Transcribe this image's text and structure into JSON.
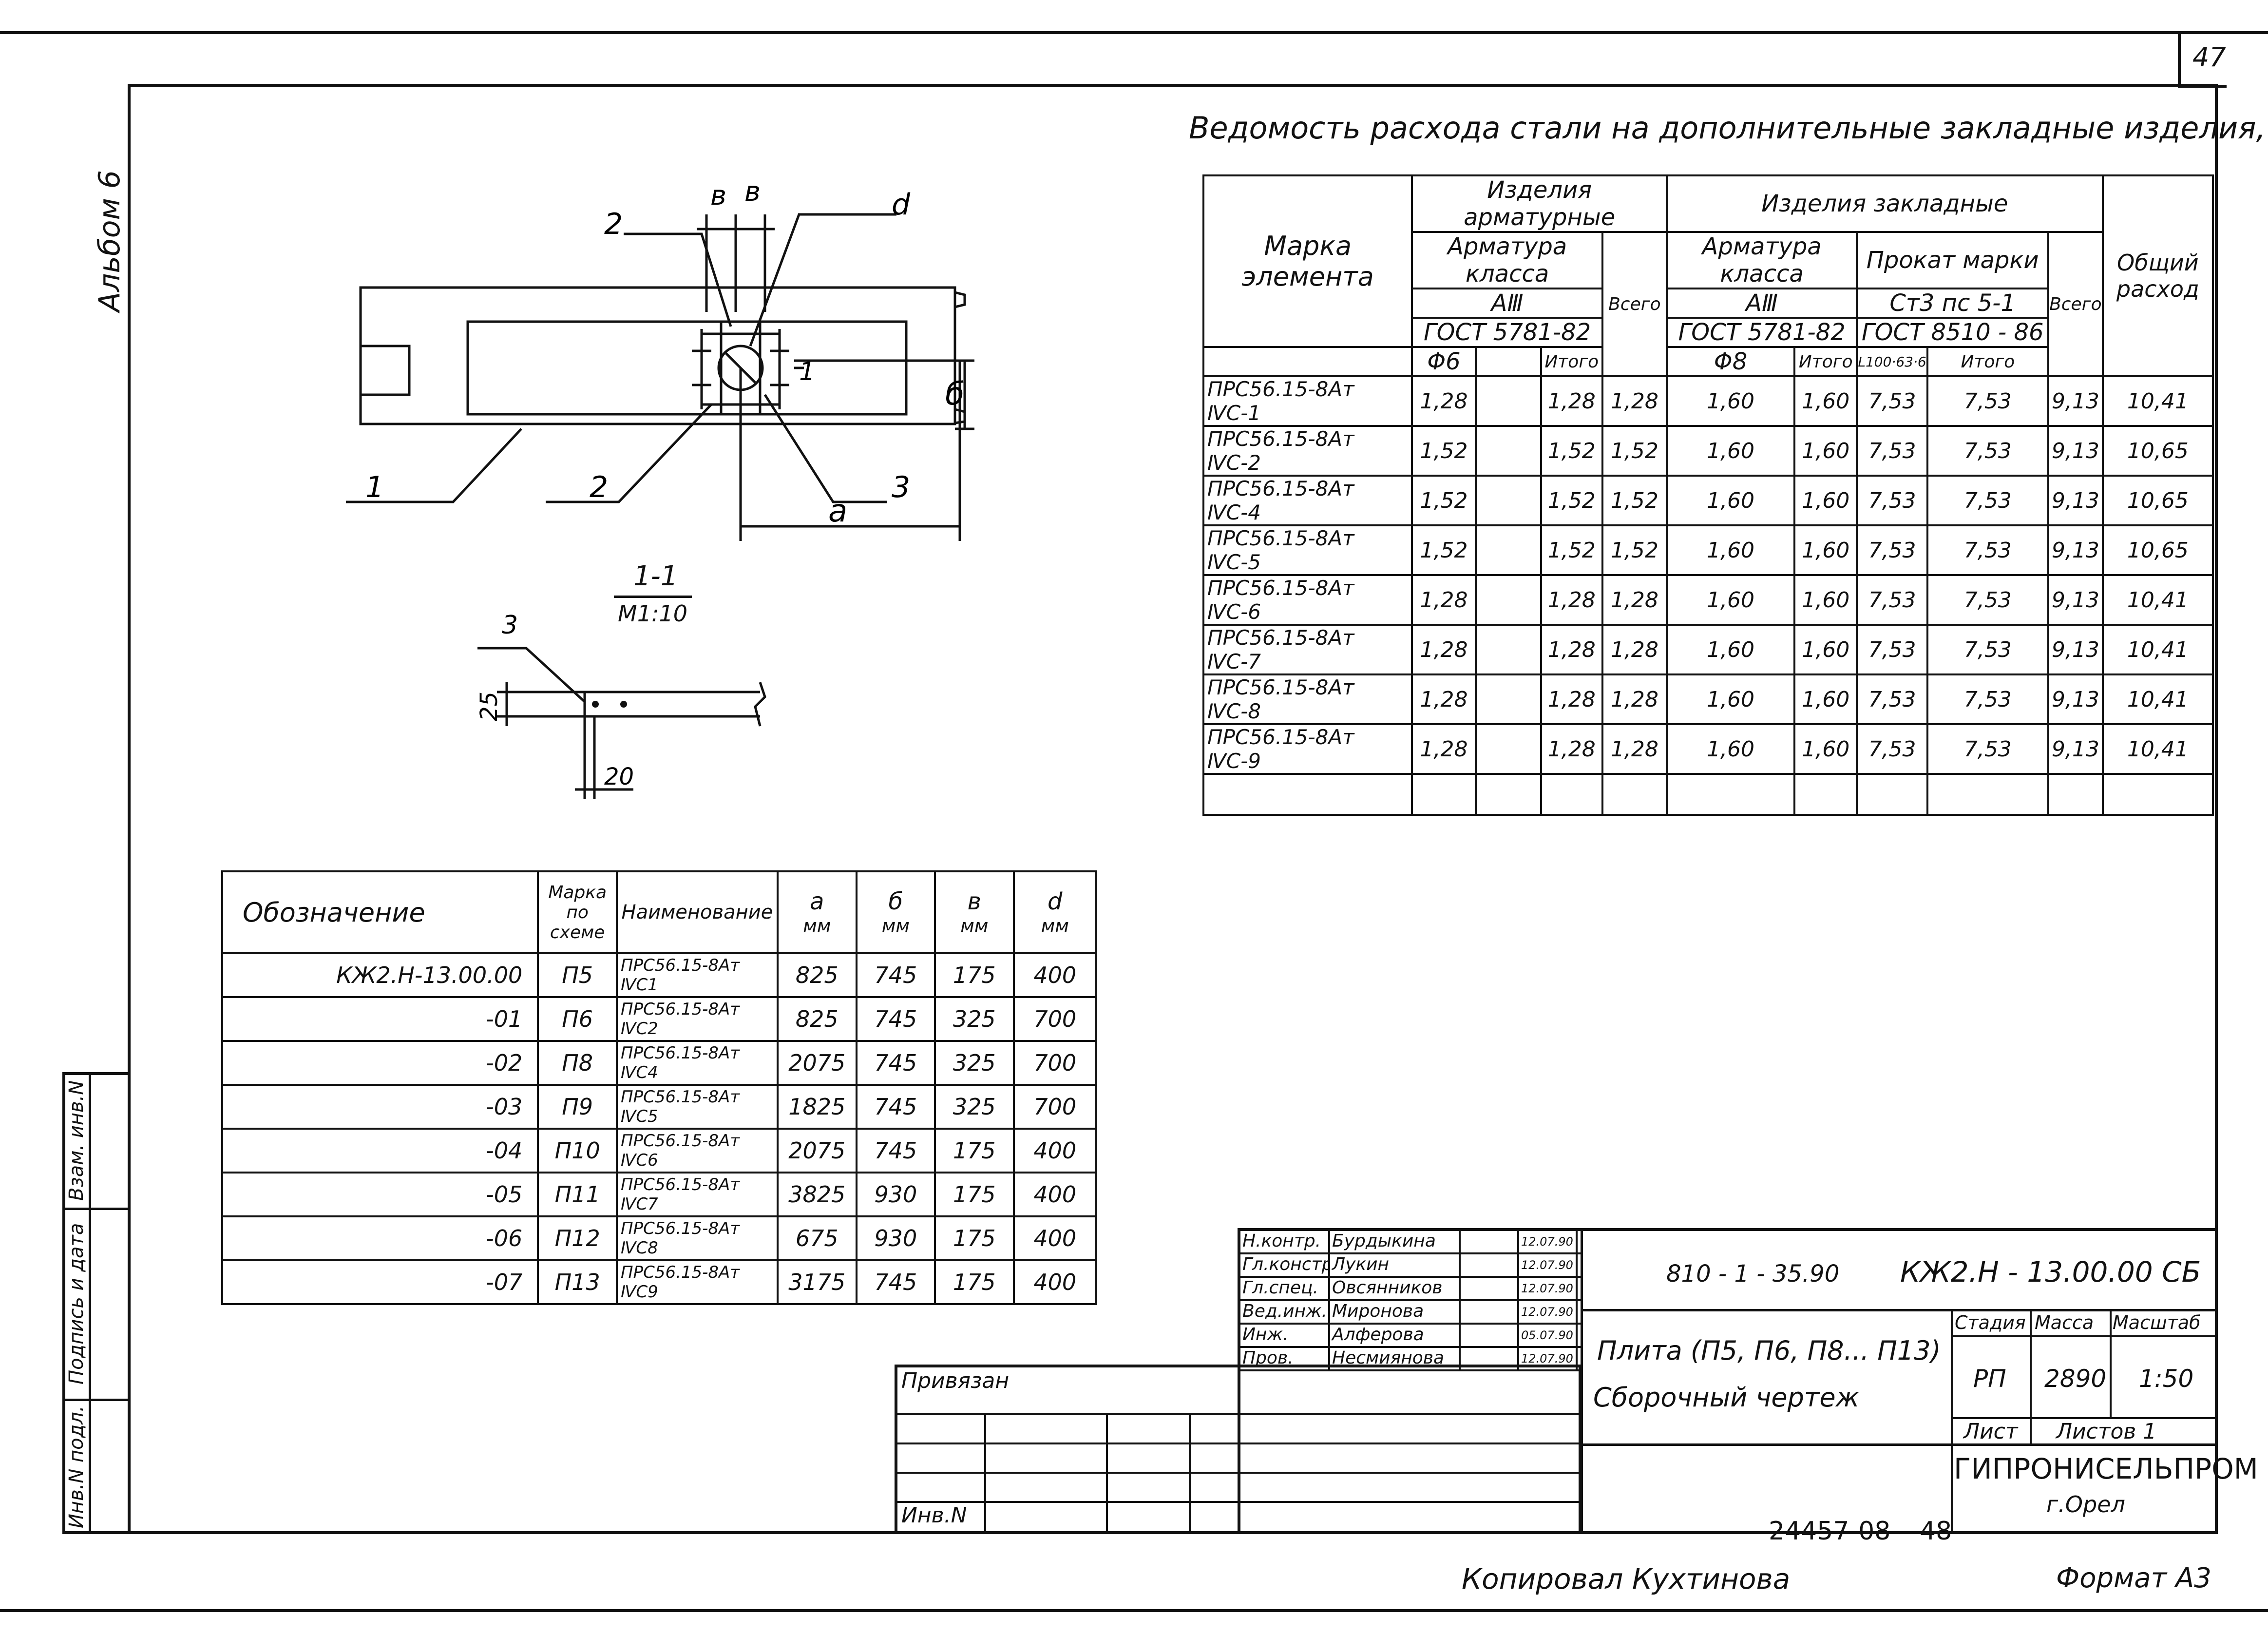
{
  "page_number": "47",
  "album": "Альбом 6",
  "statement": {
    "title": "Ведомость расхода стали на дополнительные закладные изделия, кг",
    "h_mark": "Марка элемента",
    "h_arm_items": "Изделия арматурные",
    "h_emb_items": "Изделия закладные",
    "h_arm_class": "Арматура класса",
    "h_arm_class2": "Арматура класса",
    "h_rolled": "Прокат марки",
    "h_a3": "AⅢ",
    "h_a3b": "AⅢ",
    "h_st": "Ст3 пс 5-1",
    "h_gost1": "ГОСТ 5781-82",
    "h_gost2": "ГОСТ 5781-82",
    "h_gost3": "ГОСТ 8510 - 86",
    "h_total": "Всего",
    "h_total2": "Всего",
    "h_general": "Общий расход",
    "h_d6": "Φ6",
    "h_d8": "Φ8",
    "h_itogo1": "Итого",
    "h_itogo2": "Итого",
    "h_itogo3": "Итого",
    "h_angle": "L100·63·6",
    "rows": [
      {
        "mark": "ПРС56.15-8Ат ⅣС-1",
        "a1": "1,28",
        "a2": "1,28",
        "t1": "1,28",
        "b1": "1,60",
        "b2": "1,60",
        "c1": "7,53",
        "c2": "7,53",
        "t2": "9,13",
        "g": "10,41"
      },
      {
        "mark": "ПРС56.15-8Ат ⅣС-2",
        "a1": "1,52",
        "a2": "1,52",
        "t1": "1,52",
        "b1": "1,60",
        "b2": "1,60",
        "c1": "7,53",
        "c2": "7,53",
        "t2": "9,13",
        "g": "10,65"
      },
      {
        "mark": "ПРС56.15-8Ат ⅣС-4",
        "a1": "1,52",
        "a2": "1,52",
        "t1": "1,52",
        "b1": "1,60",
        "b2": "1,60",
        "c1": "7,53",
        "c2": "7,53",
        "t2": "9,13",
        "g": "10,65"
      },
      {
        "mark": "ПРС56.15-8Ат ⅣС-5",
        "a1": "1,52",
        "a2": "1,52",
        "t1": "1,52",
        "b1": "1,60",
        "b2": "1,60",
        "c1": "7,53",
        "c2": "7,53",
        "t2": "9,13",
        "g": "10,65"
      },
      {
        "mark": "ПРС56.15-8Ат ⅣС-6",
        "a1": "1,28",
        "a2": "1,28",
        "t1": "1,28",
        "b1": "1,60",
        "b2": "1,60",
        "c1": "7,53",
        "c2": "7,53",
        "t2": "9,13",
        "g": "10,41"
      },
      {
        "mark": "ПРС56.15-8Ат ⅣС-7",
        "a1": "1,28",
        "a2": "1,28",
        "t1": "1,28",
        "b1": "1,60",
        "b2": "1,60",
        "c1": "7,53",
        "c2": "7,53",
        "t2": "9,13",
        "g": "10,41"
      },
      {
        "mark": "ПРС56.15-8Ат ⅣС-8",
        "a1": "1,28",
        "a2": "1,28",
        "t1": "1,28",
        "b1": "1,60",
        "b2": "1,60",
        "c1": "7,53",
        "c2": "7,53",
        "t2": "9,13",
        "g": "10,41"
      },
      {
        "mark": "ПРС56.15-8Ат ⅣС-9",
        "a1": "1,28",
        "a2": "1,28",
        "t1": "1,28",
        "b1": "1,60",
        "b2": "1,60",
        "c1": "7,53",
        "c2": "7,53",
        "t2": "9,13",
        "g": "10,41"
      }
    ]
  },
  "drawing": {
    "lbl_b1": "в",
    "lbl_b2": "в",
    "lbl_2a": "2",
    "lbl_d": "d",
    "lbl_1": "1",
    "lbl_2b": "2",
    "lbl_3": "3",
    "lbl_a": "a",
    "lbl_be": "б",
    "lbl_11": "1",
    "section_title": "1-1",
    "section_scale": "М1:10",
    "sec_3": "3",
    "sec_25": "25",
    "sec_20": "20"
  },
  "spec": {
    "h_designation": "Обозначение",
    "h_mark": "Марка по схеме",
    "h_name": "Наименование",
    "h_a": "a",
    "h_b": "б",
    "h_v": "в",
    "h_d": "d",
    "h_unit1": "мм",
    "h_unit2": "мм",
    "h_unit3": "мм",
    "h_unit4": "мм",
    "rows": [
      {
        "des": "КЖ2.Н-13.00.00",
        "mark": "П5",
        "name": "ПРС56.15-8Ат ⅣС1",
        "a": "825",
        "b": "745",
        "v": "175",
        "d": "400"
      },
      {
        "des": "-01",
        "mark": "П6",
        "name": "ПРС56.15-8Ат ⅣС2",
        "a": "825",
        "b": "745",
        "v": "325",
        "d": "700"
      },
      {
        "des": "-02",
        "mark": "П8",
        "name": "ПРС56.15-8Ат ⅣС4",
        "a": "2075",
        "b": "745",
        "v": "325",
        "d": "700"
      },
      {
        "des": "-03",
        "mark": "П9",
        "name": "ПРС56.15-8Ат ⅣС5",
        "a": "1825",
        "b": "745",
        "v": "325",
        "d": "700"
      },
      {
        "des": "-04",
        "mark": "П10",
        "name": "ПРС56.15-8Ат ⅣС6",
        "a": "2075",
        "b": "745",
        "v": "175",
        "d": "400"
      },
      {
        "des": "-05",
        "mark": "П11",
        "name": "ПРС56.15-8Ат ⅣС7",
        "a": "3825",
        "b": "930",
        "v": "175",
        "d": "400"
      },
      {
        "des": "-06",
        "mark": "П12",
        "name": "ПРС56.15-8Ат ⅣС8",
        "a": "675",
        "b": "930",
        "v": "175",
        "d": "400"
      },
      {
        "des": "-07",
        "mark": "П13",
        "name": "ПРС56.15-8Ат ⅣС9",
        "a": "3175",
        "b": "745",
        "v": "175",
        "d": "400"
      }
    ]
  },
  "side_stamp": {
    "inv_podl": "Инв.N подл.",
    "podpis": "Подпись и дата",
    "vzam": "Взам. инв.N"
  },
  "title_block": {
    "privyazan": "Привязан",
    "inv_n": "Инв.N",
    "roles": [
      {
        "role": "Н.контр.",
        "name": "Бурдыкина",
        "date": "12.07.90"
      },
      {
        "role": "Гл.констр.",
        "name": "Лукин",
        "date": "12.07.90"
      },
      {
        "role": "Гл.спец.",
        "name": "Овсянников",
        "date": "12.07.90"
      },
      {
        "role": "Вед.инж.",
        "name": "Миронова",
        "date": "12.07.90"
      },
      {
        "role": "Инж.",
        "name": "Алферова",
        "date": "05.07.90"
      },
      {
        "role": "Пров.",
        "name": "Несмиянова",
        "date": "12.07.90"
      }
    ],
    "code": "810 - 1 - 35.90",
    "doc": "КЖ2.Н - 13.00.00 СБ",
    "title_line1": "Плита (П5, П6, П8... П13)",
    "title_line2": "Сборочный чертеж",
    "h_stage": "Стадия",
    "h_mass": "Масса",
    "h_scale": "Масштаб",
    "stage": "РП",
    "mass": "2890",
    "scale": "1:50",
    "h_sheet": "Лист",
    "h_sheets": "Листов 1",
    "org": "ГИПРОНИСЕЛЬПРОМ",
    "city": "г.Орел"
  },
  "archive_number": "24457-08",
  "archive_page": "48",
  "copied_by": "Копировал Кухтинова",
  "format": "Формат А3"
}
